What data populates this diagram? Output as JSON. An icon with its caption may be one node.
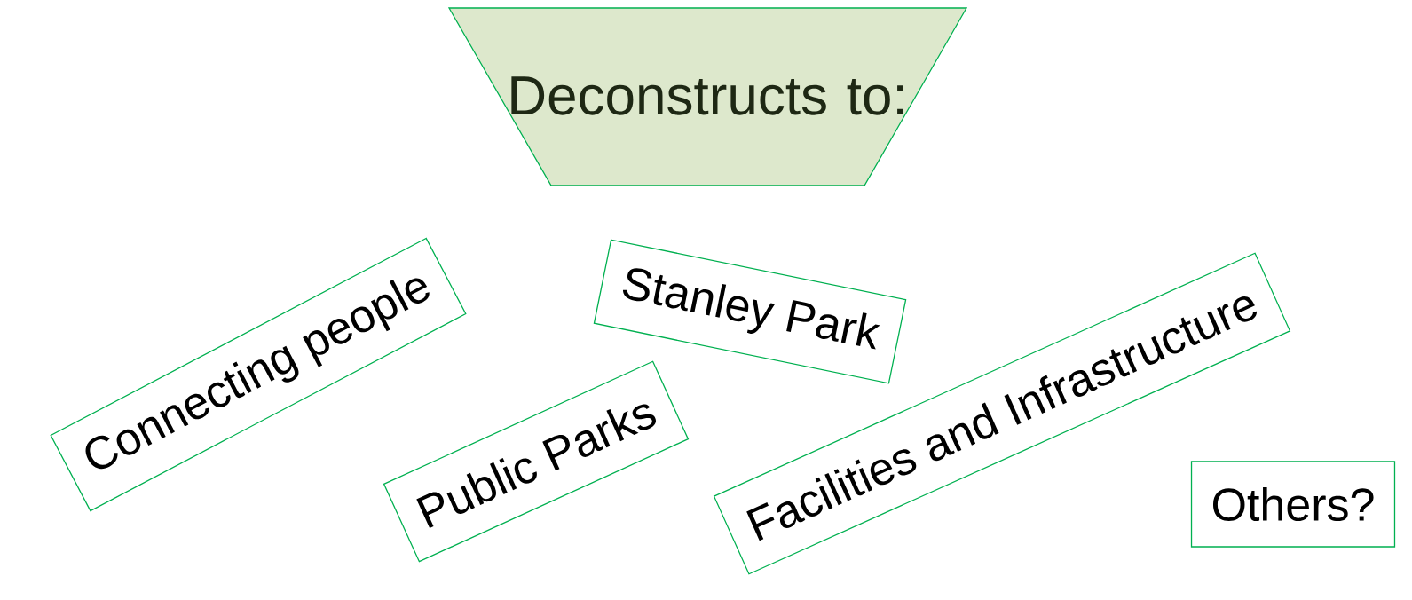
{
  "diagram": {
    "nodes": [
      {
        "text": [
          "Deconstructs to:"
        ]
      },
      {
        "text": [
          "Connecting people"
        ]
      },
      {
        "text": [
          "Stanley Park"
        ]
      },
      {
        "text": [
          "Public Parks"
        ]
      },
      {
        "text": [
          "Facilities and Infrastructure"
        ]
      },
      {
        "text": [
          "Others?"
        ]
      }
    ]
  }
}
